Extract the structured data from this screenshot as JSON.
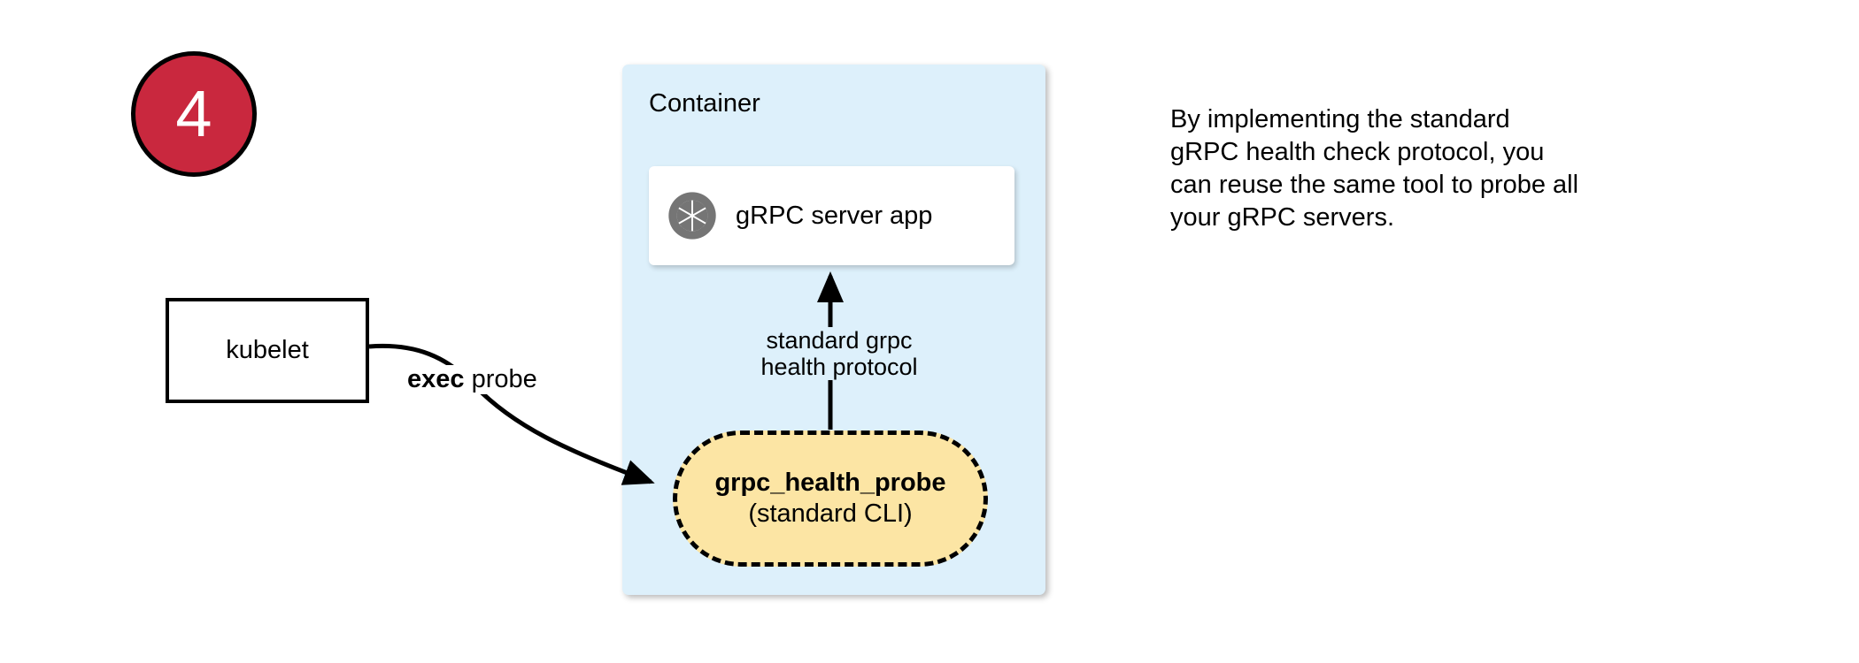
{
  "diagram": {
    "step_badge": {
      "number": "4",
      "fill_color": "#c9283e",
      "border_color": "#000000",
      "text_color": "#ffffff"
    },
    "kubelet": {
      "label": "kubelet"
    },
    "container": {
      "title": "Container",
      "fill_color": "#ddf0fb"
    },
    "app": {
      "label": "gRPC server app",
      "icon": "grpc-aperture-icon",
      "icon_color": "#757575",
      "fill_color": "#ffffff"
    },
    "probe": {
      "title": "grpc_health_probe",
      "subtitle": "(standard CLI)",
      "fill_color": "#fce5a4",
      "border_style": "dashed",
      "border_color": "#000000"
    },
    "edges": {
      "exec_probe": {
        "bold_part": "exec",
        "rest": " probe"
      },
      "health_protocol": {
        "line1": "standard grpc",
        "line2": "health protocol"
      }
    },
    "note": {
      "line1": "By implementing the standard",
      "line2": "gRPC health check protocol, you",
      "line3": "can reuse the same tool to probe all",
      "line4": "your gRPC servers."
    }
  }
}
